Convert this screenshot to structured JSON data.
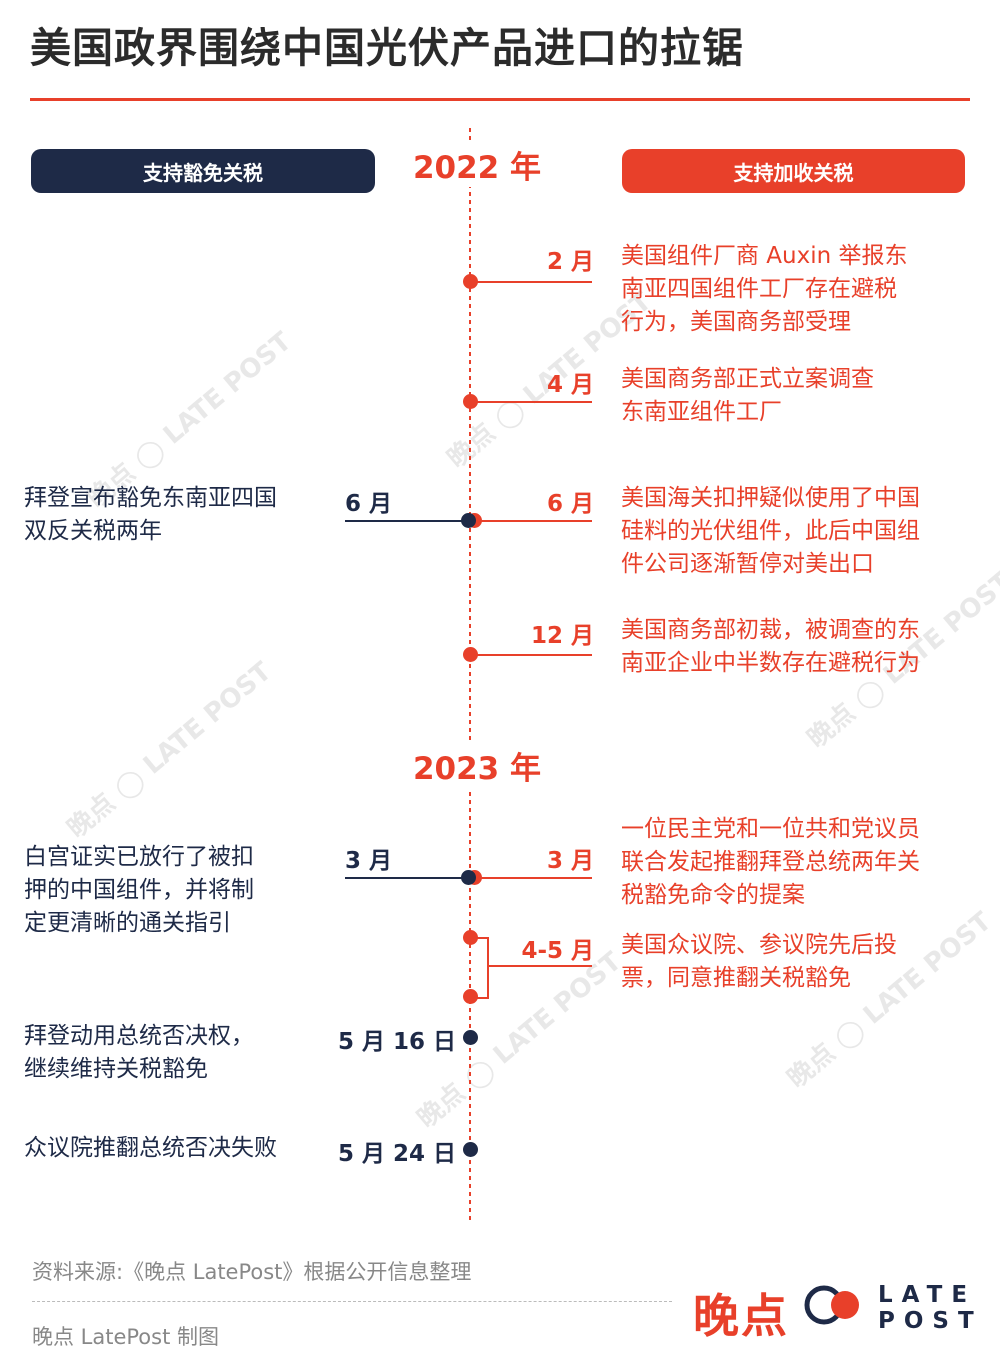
{
  "title": "美国政界围绕中国光伏产品进口的拉锯",
  "headers": {
    "left": "支持豁免关税",
    "right": "支持加收关税"
  },
  "years": [
    "2022 年",
    "2023 年"
  ],
  "events_right": [
    {
      "month": "2 月",
      "lines": [
        "美国组件厂商 Auxin 举报东",
        "南亚四国组件工厂存在避税",
        "行为，美国商务部受理"
      ]
    },
    {
      "month": "4 月",
      "lines": [
        "美国商务部正式立案调查",
        "东南亚组件工厂"
      ]
    },
    {
      "month": "6 月",
      "lines": [
        "美国海关扣押疑似使用了中国",
        "硅料的光伏组件，此后中国组",
        "件公司逐渐暂停对美出口"
      ]
    },
    {
      "month": "12 月",
      "lines": [
        "美国商务部初裁，被调查的东",
        "南亚企业中半数存在避税行为"
      ]
    },
    {
      "month": "3 月",
      "lines": [
        "一位民主党和一位共和党议员",
        "联合发起推翻拜登总统两年关",
        "税豁免命令的提案"
      ]
    },
    {
      "month": "4-5 月",
      "lines": [
        "美国众议院、参议院先后投",
        "票，同意推翻关税豁免"
      ]
    }
  ],
  "events_left": [
    {
      "month": "6 月",
      "lines": [
        "拜登宣布豁免东南亚四国",
        "双反关税两年"
      ]
    },
    {
      "month": "3 月",
      "lines": [
        "白宫证实已放行了被扣",
        "押的中国组件，并将制",
        "定更清晰的通关指引"
      ]
    },
    {
      "month": "5 月 16 日",
      "lines": [
        "拜登动用总统否决权，",
        "继续维持关税豁免"
      ]
    },
    {
      "month": "5 月 24 日",
      "lines": [
        "众议院推翻总统否决失败"
      ]
    }
  ],
  "footer": {
    "source": "资料来源:《晚点 LatePost》根据公开信息整理",
    "credit": "晚点 LatePost 制图"
  },
  "logo": {
    "cn": "晚点",
    "late": "LATE",
    "post": "POST"
  },
  "watermark": {
    "cn": "晚点",
    "en": "LATE POST"
  },
  "colors": {
    "accent": "#e8402a",
    "navy": "#1e2a47",
    "muted": "#888888"
  }
}
